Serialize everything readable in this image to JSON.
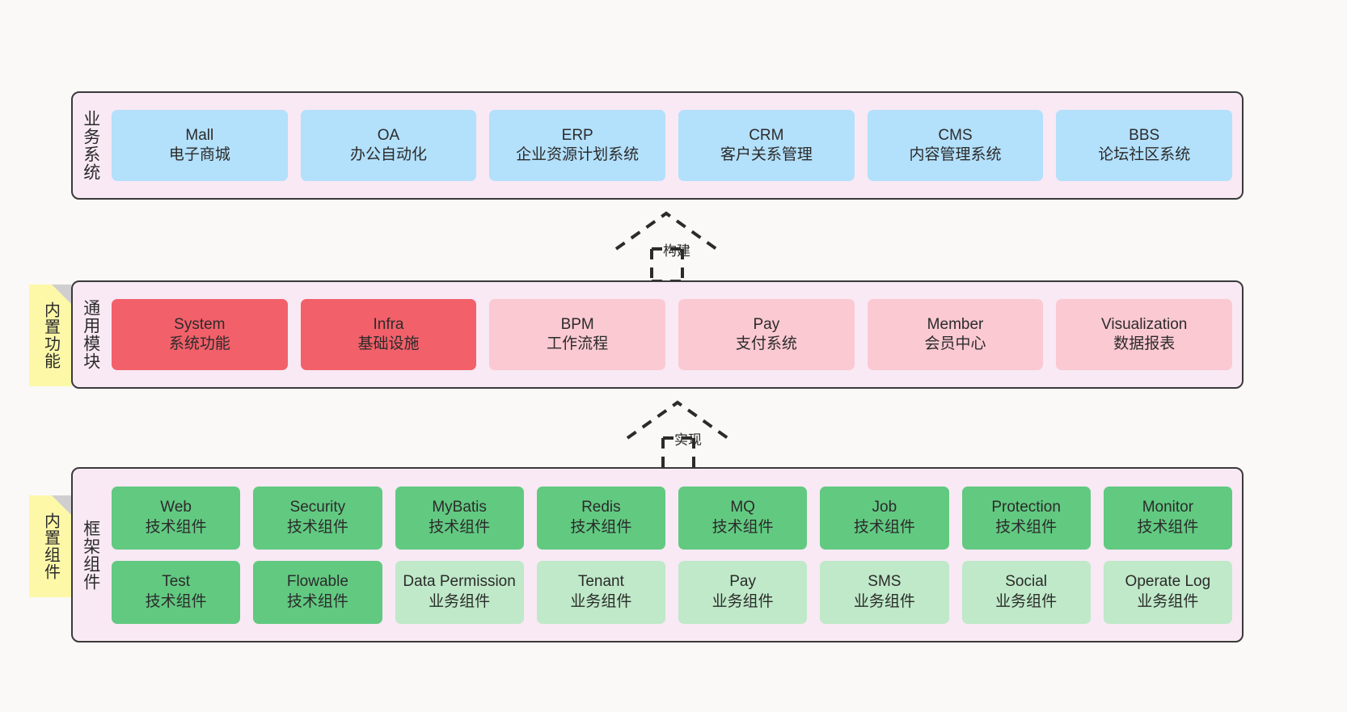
{
  "page": {
    "background": "#faf9f7",
    "container_bg": "#f8e9f4",
    "container_border": "#3a3a3a"
  },
  "layers": [
    {
      "id": "business-system",
      "label": "业务系统",
      "card_color": "#b3e0fb",
      "cards": [
        {
          "title": "Mall",
          "subtitle": "电子商城"
        },
        {
          "title": "OA",
          "subtitle": "办公自动化"
        },
        {
          "title": "ERP",
          "subtitle": "企业资源计划系统"
        },
        {
          "title": "CRM",
          "subtitle": "客户关系管理"
        },
        {
          "title": "CMS",
          "subtitle": "内容管理系统"
        },
        {
          "title": "BBS",
          "subtitle": "论坛社区系统"
        }
      ]
    },
    {
      "id": "common-module",
      "label": "通用模块",
      "sticky": "内置功能",
      "sticky_color": "#fcf8a8",
      "strong_color": "#f2606a",
      "soft_color": "#fbc9d2",
      "cards": [
        {
          "title": "System",
          "subtitle": "系统功能",
          "tone": "strong"
        },
        {
          "title": "Infra",
          "subtitle": "基础设施",
          "tone": "strong"
        },
        {
          "title": "BPM",
          "subtitle": "工作流程",
          "tone": "soft"
        },
        {
          "title": "Pay",
          "subtitle": "支付系统",
          "tone": "soft"
        },
        {
          "title": "Member",
          "subtitle": "会员中心",
          "tone": "soft"
        },
        {
          "title": "Visualization",
          "subtitle": "数据报表",
          "tone": "soft"
        }
      ]
    },
    {
      "id": "framework-component",
      "label": "框架组件",
      "sticky": "内置组件",
      "sticky_color": "#fcf8a8",
      "strong_color": "#62c981",
      "soft_color": "#bfe9c8",
      "rows": [
        [
          {
            "title": "Web",
            "subtitle": "技术组件",
            "tone": "strong"
          },
          {
            "title": "Security",
            "subtitle": "技术组件",
            "tone": "strong"
          },
          {
            "title": "MyBatis",
            "subtitle": "技术组件",
            "tone": "strong"
          },
          {
            "title": "Redis",
            "subtitle": "技术组件",
            "tone": "strong"
          },
          {
            "title": "MQ",
            "subtitle": "技术组件",
            "tone": "strong"
          },
          {
            "title": "Job",
            "subtitle": "技术组件",
            "tone": "strong"
          },
          {
            "title": "Protection",
            "subtitle": "技术组件",
            "tone": "strong"
          },
          {
            "title": "Monitor",
            "subtitle": "技术组件",
            "tone": "strong"
          }
        ],
        [
          {
            "title": "Test",
            "subtitle": "技术组件",
            "tone": "strong"
          },
          {
            "title": "Flowable",
            "subtitle": "技术组件",
            "tone": "strong"
          },
          {
            "title": "Data Permission",
            "subtitle": "业务组件",
            "tone": "soft"
          },
          {
            "title": "Tenant",
            "subtitle": "业务组件",
            "tone": "soft"
          },
          {
            "title": "Pay",
            "subtitle": "业务组件",
            "tone": "soft"
          },
          {
            "title": "SMS",
            "subtitle": "业务组件",
            "tone": "soft"
          },
          {
            "title": "Social",
            "subtitle": "业务组件",
            "tone": "soft"
          },
          {
            "title": "Operate Log",
            "subtitle": "业务组件",
            "tone": "soft"
          }
        ]
      ]
    }
  ],
  "connectors": [
    {
      "id": "build",
      "label": "构建",
      "from": "common-module",
      "to": "business-system"
    },
    {
      "id": "implement",
      "label": "实现",
      "from": "framework-component",
      "to": "common-module"
    }
  ]
}
